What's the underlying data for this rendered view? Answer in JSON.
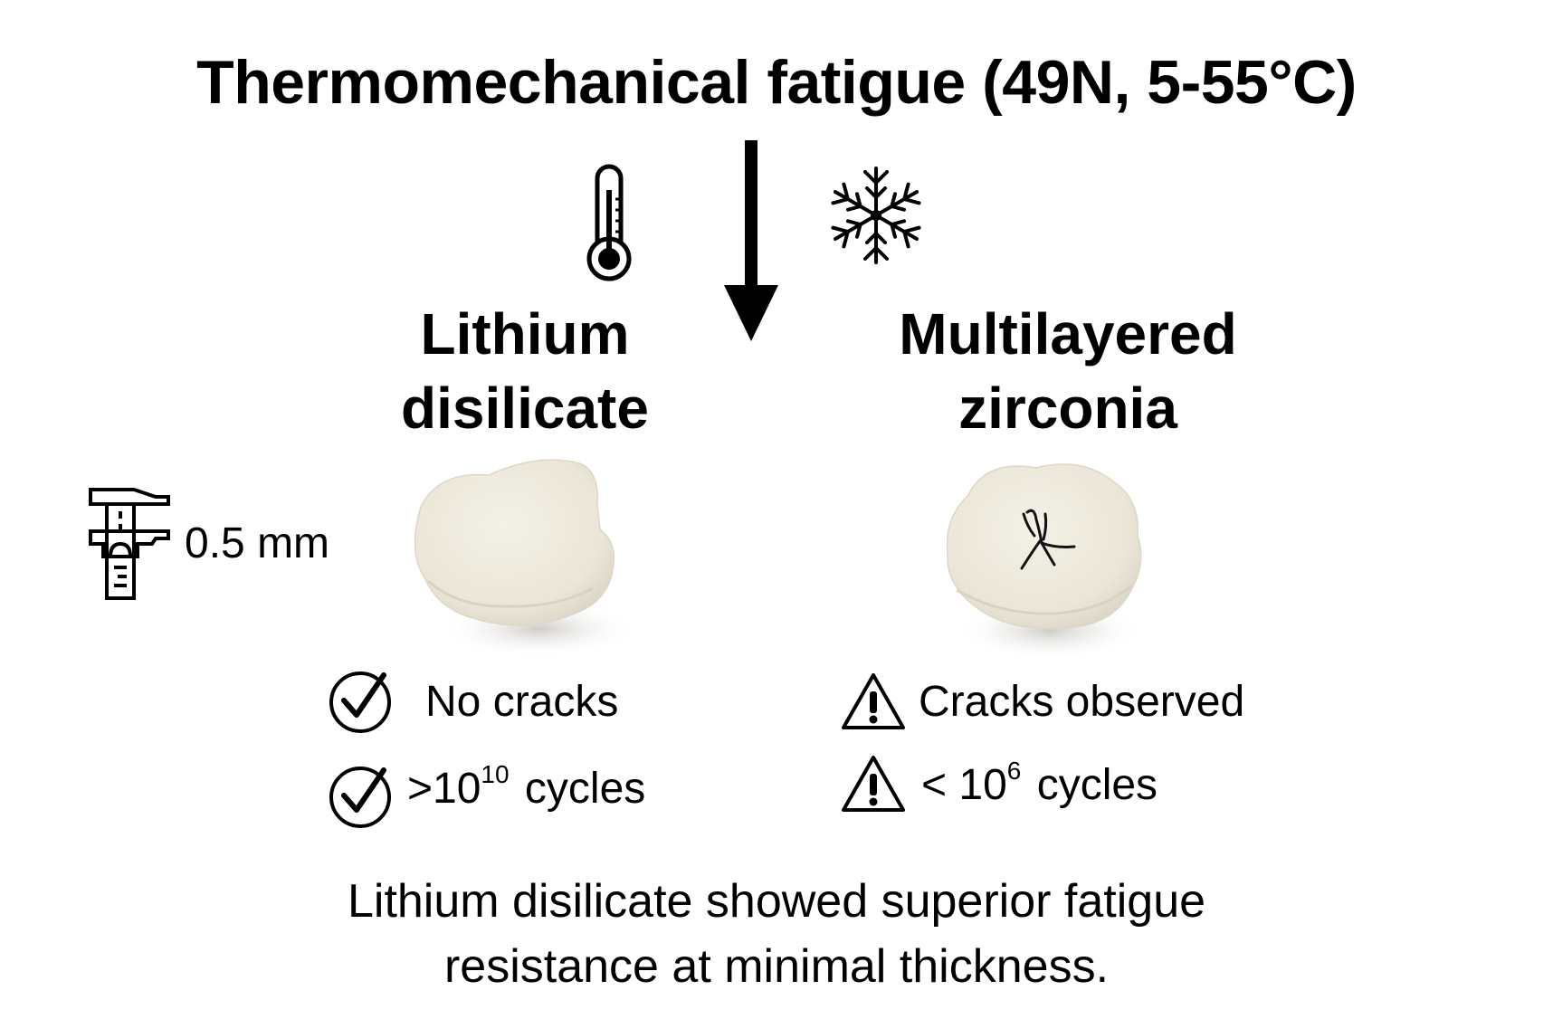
{
  "title": "Thermomechanical fatigue (49N, 5-55°C)",
  "icons": {
    "heat": "thermometer-icon",
    "cold": "snowflake-icon",
    "arrow": "down-arrow-icon",
    "thickness": "caliper-icon",
    "pass": "check-circle-icon",
    "warn": "warning-triangle-icon"
  },
  "thickness": {
    "label": "0.5 mm"
  },
  "materials": [
    {
      "name_line1": "Lithium",
      "name_line2": "disilicate",
      "results": [
        {
          "text": "No cracks"
        },
        {
          "prefix": ">10",
          "exponent": "10",
          "suffix": "cycles"
        }
      ]
    },
    {
      "name_line1": "Multilayered",
      "name_line2": "zirconia",
      "results": [
        {
          "text": "Cracks observed"
        },
        {
          "prefix": "< 10",
          "exponent": "6",
          "suffix": "cycles"
        }
      ]
    }
  ],
  "conclusion": {
    "line1": "Lithium disilicate showed superior fatigue",
    "line2": "resistance at minimal thickness."
  }
}
